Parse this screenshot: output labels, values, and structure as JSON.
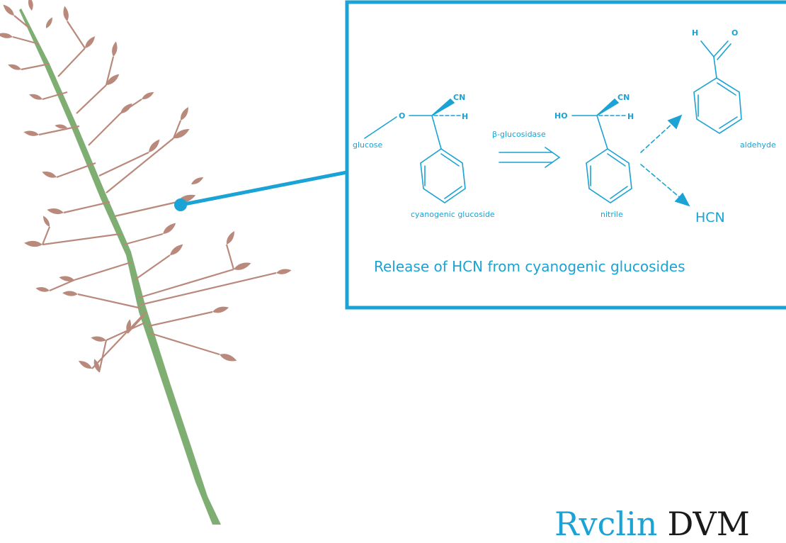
{
  "colors": {
    "accent": "#1aa3d4",
    "stem": "#7fae72",
    "panicle": "#b9897c",
    "logo_dark": "#1a1a1a",
    "background": "#ffffff"
  },
  "inset": {
    "structures": {
      "cyanogenic_glucoside": {
        "label": "cyanogenic glucoside",
        "substituent": "glucose",
        "o_atom": "O",
        "cn_group": "CN",
        "h_atom": "H"
      },
      "nitrile": {
        "label": "nitrile",
        "ho_group": "HO",
        "cn_group": "CN",
        "h_atom": "H"
      },
      "aldehyde": {
        "label": "aldehyde",
        "h_atom": "H",
        "o_atom": "O"
      }
    },
    "enzyme": "β-glucosidase",
    "product": "HCN",
    "title": "Release of HCN from cyanogenic glucosides"
  },
  "logo": {
    "word1": "Rvclin",
    "word2": "DVM"
  }
}
